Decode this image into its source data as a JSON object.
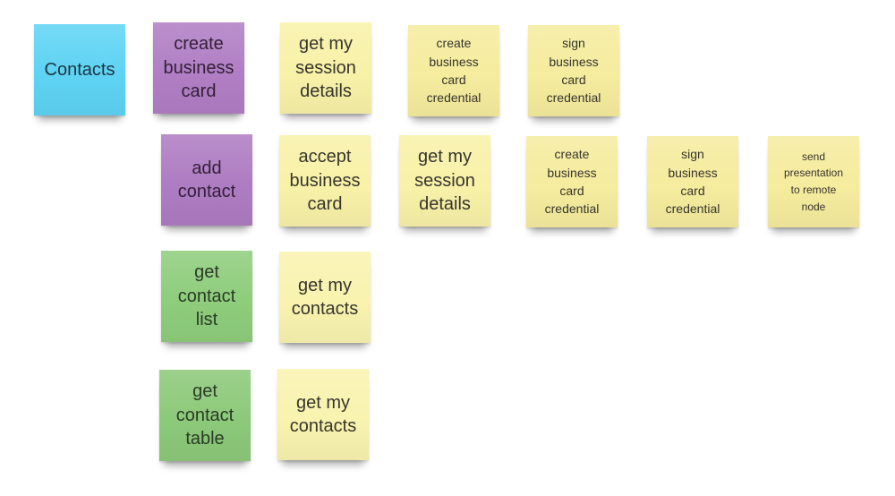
{
  "board": {
    "background": "#FFFFFF",
    "type": "sticky-note-board"
  },
  "palette": {
    "blue": "#5ED3F4",
    "purple": "#AF7EC3",
    "green": "#8ECD7C",
    "yellow_bright": "#F8F1A8",
    "yellow_deep": "#F5EC9E",
    "yellow_pale": "#F9F3AF",
    "ink_dark": "#35332B"
  },
  "notes": [
    {
      "text": "Contacts",
      "color": "#5ED3F4",
      "text_color": "#1E3340"
    },
    {
      "text": "create\nbusiness\ncard",
      "color": "#B07EC4",
      "text_color": "#332038"
    },
    {
      "text": "get my\nsession\ndetails",
      "color": "#F8F1A8",
      "text_color": "#37352B"
    },
    {
      "text": "create\nbusiness\ncard\ncredential",
      "color": "#F5EC9E",
      "text_color": "#37352B"
    },
    {
      "text": "sign\nbusiness\ncard\ncredential",
      "color": "#F5EC9E",
      "text_color": "#37352B"
    },
    {
      "text": "add\ncontact",
      "color": "#AE7CC2",
      "text_color": "#332038"
    },
    {
      "text": "accept\nbusiness\ncard",
      "color": "#F8F1A8",
      "text_color": "#37352B"
    },
    {
      "text": "get my\nsession\ndetails",
      "color": "#F8F1A8",
      "text_color": "#37352B"
    },
    {
      "text": "create\nbusiness\ncard\ncredential",
      "color": "#F5EC9E",
      "text_color": "#37352B"
    },
    {
      "text": "sign\nbusiness\ncard\ncredential",
      "color": "#F5EC9E",
      "text_color": "#37352B"
    },
    {
      "text": "send\npresentation\nto remote\nnode",
      "color": "#F5EC9E",
      "text_color": "#37352B"
    },
    {
      "text": "get\ncontact\nlist",
      "color": "#8ECD7C",
      "text_color": "#2B3A26"
    },
    {
      "text": "get my\ncontacts",
      "color": "#F9F3AF",
      "text_color": "#37352B"
    },
    {
      "text": "get\ncontact\ntable",
      "color": "#8CC979",
      "text_color": "#2B3A26"
    },
    {
      "text": "get my\ncontacts",
      "color": "#F9F3AF",
      "text_color": "#37352B"
    }
  ]
}
